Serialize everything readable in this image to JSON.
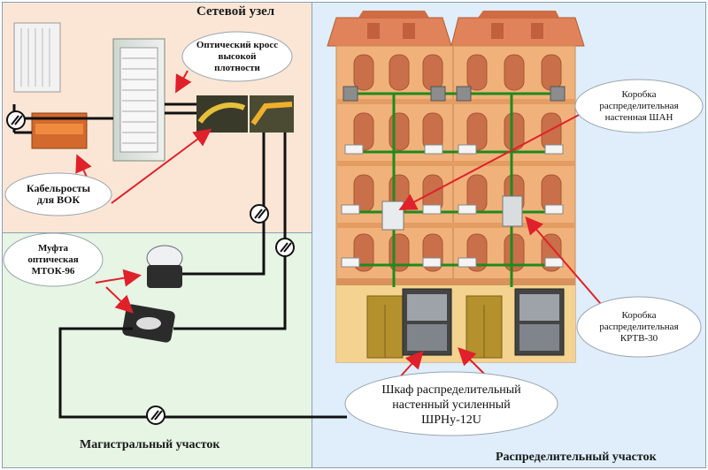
{
  "zones": {
    "network_node": "Сетевой узел",
    "trunk_section": "Магистральный участок",
    "distribution_section": "Распределительный участок"
  },
  "callouts": {
    "cross": [
      "Оптический кросс",
      "высокой",
      "плотности"
    ],
    "trays": [
      "Кабельросты",
      "для ВОК"
    ],
    "coupling": [
      "Муфта",
      "оптическая",
      "МТОК-96"
    ],
    "box_shan": [
      "Коробка",
      "распределительная",
      "настенная ШАН"
    ],
    "box_krtv": [
      "Коробка",
      "распределительная",
      "КРТВ-30"
    ],
    "cabinet": [
      "Шкаф распределительный",
      "настенный усиленный",
      "ШРНу-12U"
    ]
  },
  "colors": {
    "node_bg": "#fbe6d6",
    "trunk_bg": "#e6f5e4",
    "dist_bg": "#dfeefa",
    "building": "#f0b27a",
    "roof": "#e1835a",
    "green_line": "#1e8a1e",
    "arrow": "#e0202a"
  }
}
